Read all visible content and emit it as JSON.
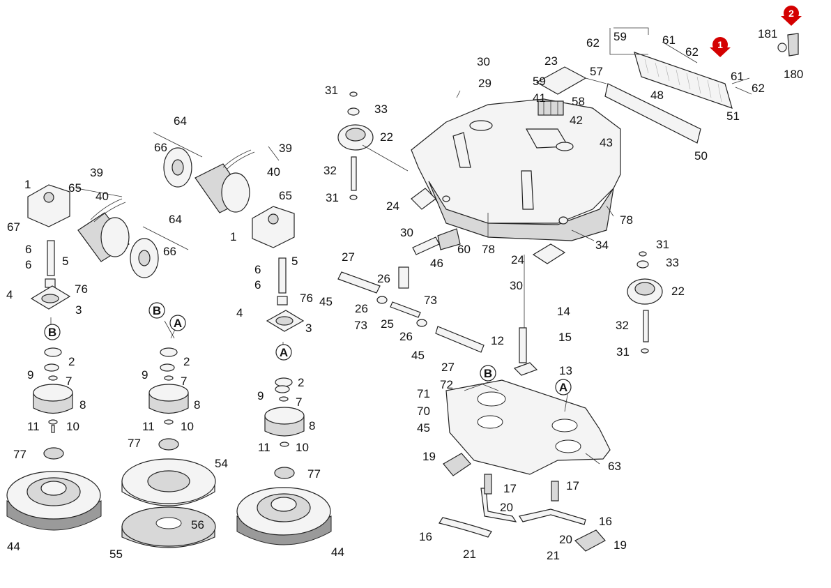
{
  "labels": {
    "l30a": "30",
    "l29": "29",
    "l31a": "31",
    "l33a": "33",
    "l22a": "22",
    "l32a": "32",
    "l31b": "31",
    "l23": "23",
    "l59a": "59",
    "l41": "41",
    "l58": "58",
    "l42": "42",
    "l43": "43",
    "l62a": "62",
    "l59b": "59",
    "l61a": "61",
    "l62b": "62",
    "l57": "57",
    "l48": "48",
    "l61b": "61",
    "l62c": "62",
    "l51": "51",
    "l50": "50",
    "l181": "181",
    "l180": "180",
    "l64a": "64",
    "l66a": "66",
    "l39a": "39",
    "l40a": "40",
    "l65a": "65",
    "l1a": "1",
    "l1b": "1",
    "l39b": "39",
    "l65b": "65",
    "l40b": "40",
    "l67": "67",
    "l64b": "64",
    "l66b": "66",
    "l6a": "6",
    "l5a": "5",
    "l6b": "6",
    "l4a": "4",
    "l76a": "76",
    "l3a": "3",
    "l2a": "2",
    "l9a": "9",
    "l7a": "7",
    "l8a": "8",
    "l11a": "11",
    "l10a": "10",
    "l77a": "77",
    "l44a": "44",
    "l2b": "2",
    "l9b": "9",
    "l7b": "7",
    "l8b": "8",
    "l11b": "11",
    "l10b": "10",
    "l77b": "77",
    "l54": "54",
    "l56": "56",
    "l55": "55",
    "l5b": "5",
    "l6c": "6",
    "l6d": "6",
    "l4b": "4",
    "l76b": "76",
    "l3b": "3",
    "l2c": "2",
    "l9c": "9",
    "l7c": "7",
    "l8c": "8",
    "l11c": "11",
    "l10c": "10",
    "l77c": "77",
    "l44b": "44",
    "l24a": "24",
    "l30b": "30",
    "l60": "60",
    "l46": "46",
    "l78a": "78",
    "l78b": "78",
    "l34": "34",
    "l27a": "27",
    "l26a": "26",
    "l45a": "45",
    "l26b": "26",
    "l73a": "73",
    "l25": "25",
    "l73b": "73",
    "l26c": "26",
    "l45b": "45",
    "l27b": "27",
    "l24b": "24",
    "l30c": "30",
    "l31c": "31",
    "l33b": "33",
    "l22b": "22",
    "l32b": "32",
    "l31d": "31",
    "l12": "12",
    "l14": "14",
    "l15": "15",
    "l13": "13",
    "l72": "72",
    "l71": "71",
    "l70": "70",
    "l45c": "45",
    "l63": "63",
    "l19a": "19",
    "l17a": "17",
    "l17b": "17",
    "l20a": "20",
    "l16a": "16",
    "l21a": "21",
    "l16b": "16",
    "l20b": "20",
    "l19b": "19",
    "l21b": "21"
  },
  "group_letters": {
    "b1": "B",
    "b2": "B",
    "b3": "B",
    "a1": "A",
    "a2": "A",
    "a3": "A"
  },
  "markers": {
    "m1": "1",
    "m2": "2"
  },
  "marker_color": "#d40000"
}
